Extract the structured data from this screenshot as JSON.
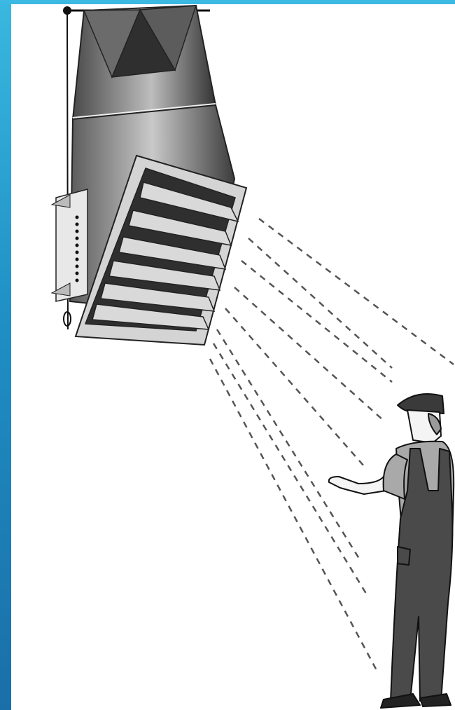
{
  "figure": {
    "subject": "air-curtain-heater-and-worker",
    "colors": {
      "accent_bar_top": "#3cb9e2",
      "accent_bar_bottom": "#1a6fa8",
      "unit_dark": "#3a3a3a",
      "unit_light": "#cfcfcf",
      "airflow": "#555555",
      "shirt": "#a9a9a9",
      "overalls": "#4a4a4a"
    },
    "airflow_streams": 8,
    "louver_count": 6
  }
}
